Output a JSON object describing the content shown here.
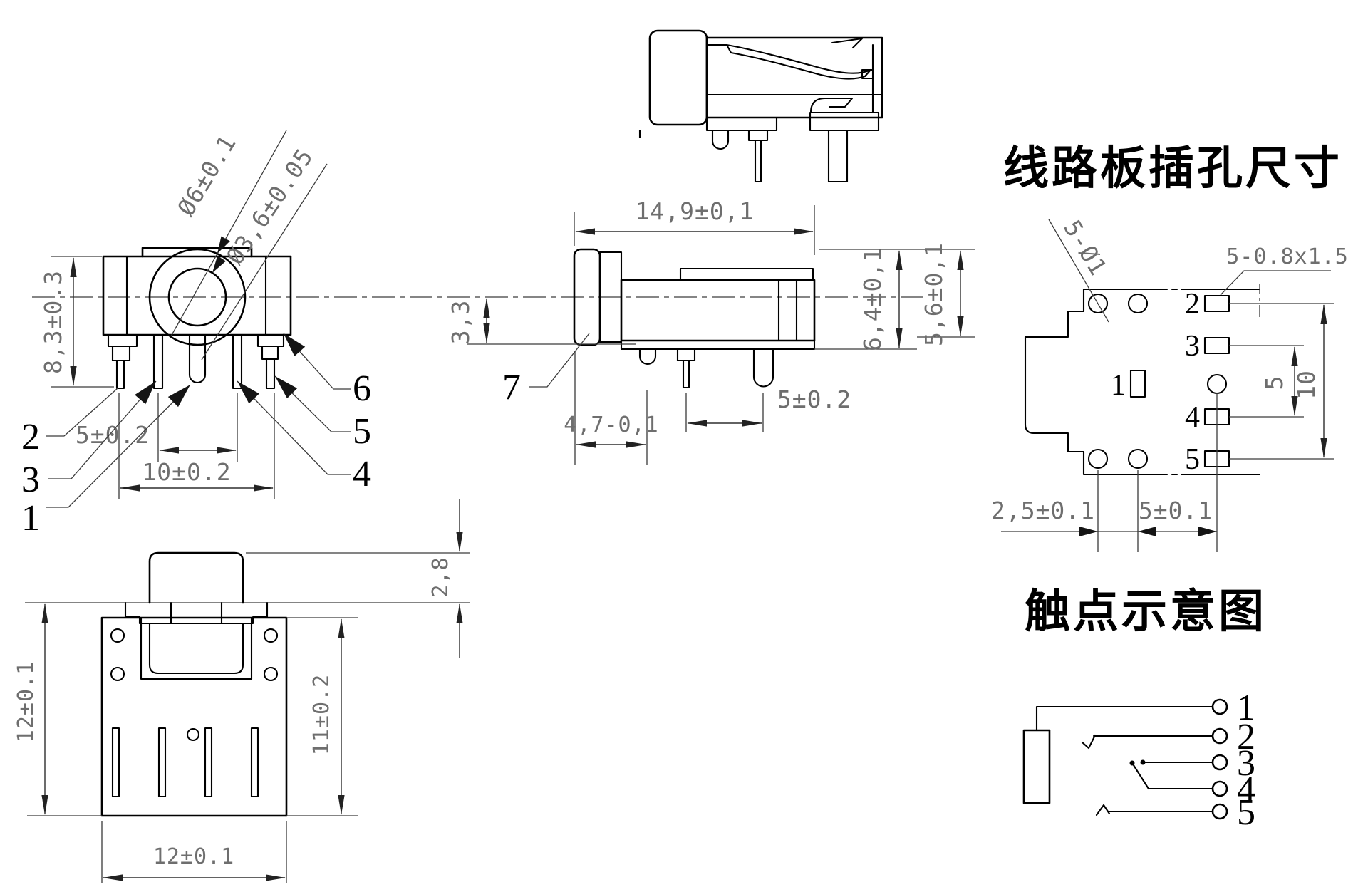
{
  "titles": {
    "pcb": "线路板插孔尺寸",
    "contact": "触点示意图"
  },
  "side_view": {
    "dia_outer": "Ø6±0.1",
    "dia_inner": "Ø3,6±0.05",
    "height": "8,3±0.3",
    "pin_pitch": "5±0.2",
    "pin_span": "10±0.2",
    "labels": {
      "pin1": "1",
      "pin2": "2",
      "pin3": "3",
      "pin4": "4",
      "pin5": "5",
      "pin6": "6"
    }
  },
  "profile_view": {
    "length": "14,9±0,1",
    "center_height": "3,3",
    "bushing": "4,7-0,1",
    "pin_pitch": "5±0.2",
    "height_total": "6,4±0,1",
    "height_body": "5,6±0,1",
    "label7": "7"
  },
  "pcb_view": {
    "round_holes": "5-Ø1",
    "slot_holes": "5-0.8x1.5",
    "pitch_x1": "2,5±0.1",
    "pitch_x2": "5±0.1",
    "pitch_y1": "5",
    "pitch_y2": "10",
    "pads": {
      "p1": "1",
      "p2": "2",
      "p3": "3",
      "p4": "4",
      "p5": "5"
    }
  },
  "front_view": {
    "height_total": "12±0.1",
    "height_body": "11±0.2",
    "lip": "2,8",
    "width": "12±0.1"
  },
  "contact_view": {
    "terminals": [
      "1",
      "2",
      "3",
      "4",
      "5"
    ]
  }
}
